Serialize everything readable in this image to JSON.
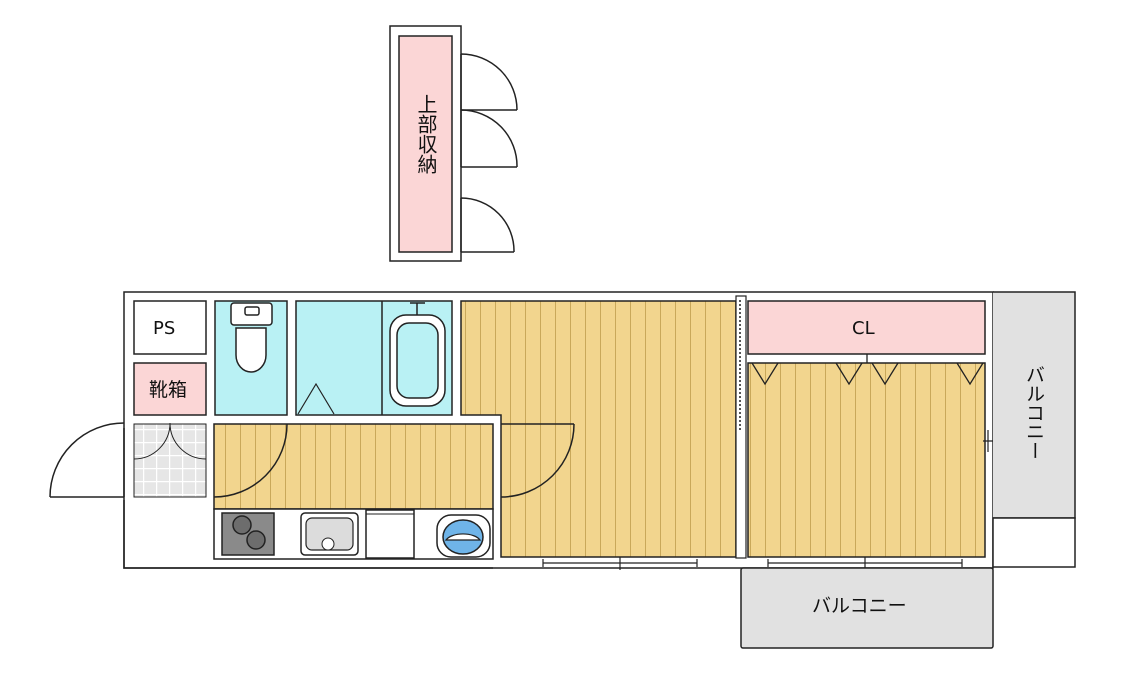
{
  "labels": {
    "upper_storage": "上部収納",
    "ps": "PS",
    "shoe_box": "靴箱",
    "closet": "CL",
    "balcony_side": "バルコニー",
    "balcony_bottom": "バルコニー"
  },
  "colors": {
    "floor_wood": "#f2d58e",
    "floor_lines": "#c9a85a",
    "storage_pink": "#fbd6d6",
    "wet_area_cyan": "#b9f1f4",
    "balcony_gray": "#e1e1e1",
    "wall_outline": "#222222"
  }
}
